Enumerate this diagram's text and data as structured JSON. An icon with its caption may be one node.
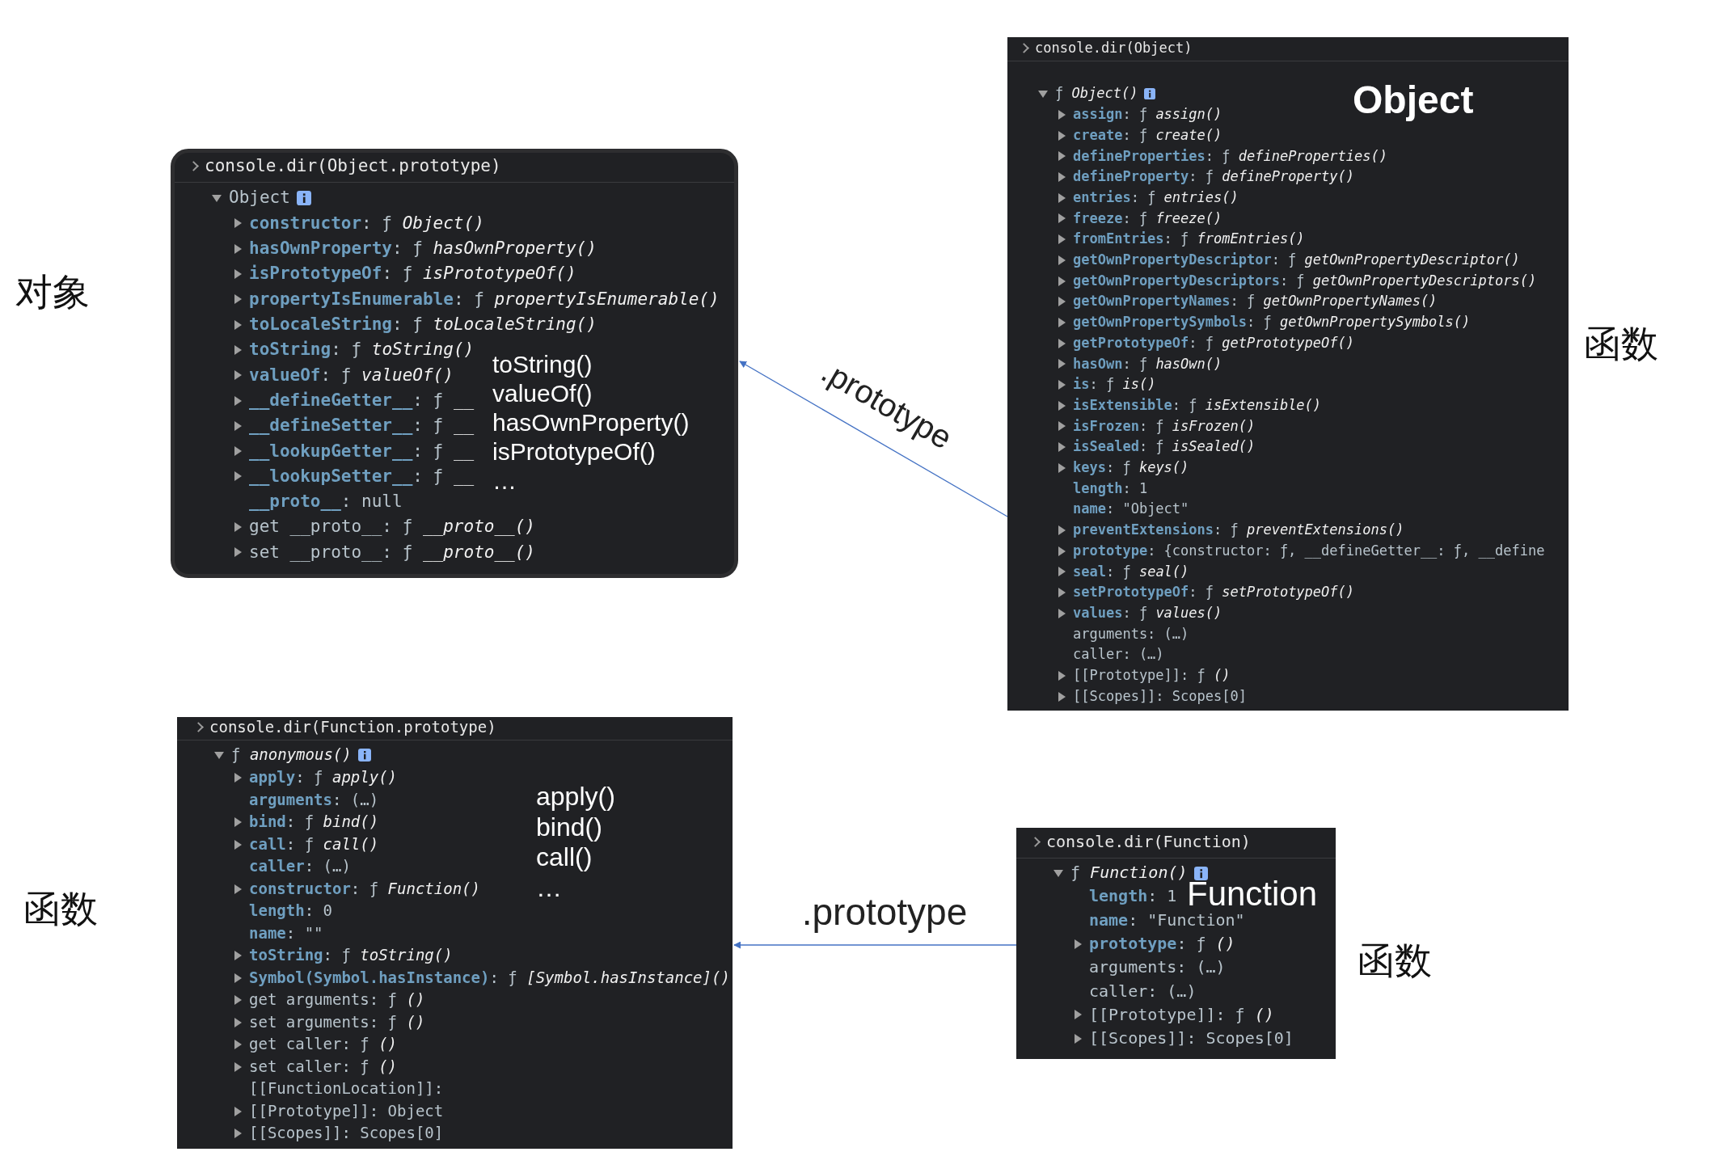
{
  "diagram": {
    "nodes": [
      {
        "text": [
          "console.dir(Object.prototype)",
          "Object",
          "**constructor**: ƒ *Object()*",
          "**hasOwnProperty**: ƒ *hasOwnProperty()*",
          "**isPrototypeOf**: ƒ *isPrototypeOf()*",
          "**propertyIsEnumerable**: ƒ *propertyIsEnumerable()*",
          "**toLocaleString**: ƒ *toLocaleString()*",
          "**toString**: ƒ *toString()*",
          "**valueOf**: ƒ *valueOf()*",
          "**__defineGetter__**: ƒ *__*",
          "**__defineSetter__**: ƒ *__*",
          "**__lookupGetter__**: ƒ *__*",
          "**__lookupSetter__**: ƒ *__*",
          "**__proto__**: null",
          "get __proto__: ƒ *__proto__()*",
          "set __proto__: ƒ *__proto__()*",
          "toString()",
          "valueOf()",
          "hasOwnProperty()",
          "isPrototypeOf()",
          "…"
        ],
        "beside": [
          "对象"
        ]
      },
      {
        "text": [
          "console.dir(Object)",
          "ƒ *Object()*",
          "**assign**: ƒ *assign()*",
          "**create**: ƒ *create()*",
          "**defineProperties**: ƒ *defineProperties()*",
          "**defineProperty**: ƒ *defineProperty()*",
          "**entries**: ƒ *entries()*",
          "**freeze**: ƒ *freeze()*",
          "**fromEntries**: ƒ *fromEntries()*",
          "**getOwnPropertyDescriptor**: ƒ *getOwnPropertyDescriptor()*",
          "**getOwnPropertyDescriptors**: ƒ *getOwnPropertyDescriptors()*",
          "**getOwnPropertyNames**: ƒ *getOwnPropertyNames()*",
          "**getOwnPropertySymbols**: ƒ *getOwnPropertySymbols()*",
          "**getPrototypeOf**: ƒ *getPrototypeOf()*",
          "**hasOwn**: ƒ *hasOwn()*",
          "**is**: ƒ *is()*",
          "**isExtensible**: ƒ *isExtensible()*",
          "**isFrozen**: ƒ *isFrozen()*",
          "**isSealed**: ƒ *isSealed()*",
          "**keys**: ƒ *keys()*",
          "**length**: 1",
          "**name**: \"Object\"",
          "**preventExtensions**: ƒ *preventExtensions()*",
          "**prototype**: {constructor: ƒ, __defineGetter__: ƒ, __define",
          "**seal**: ƒ *seal()*",
          "**setPrototypeOf**: ƒ *setPrototypeOf()*",
          "**values**: ƒ *values()*",
          "arguments: (…)",
          "caller: (…)",
          "[[Prototype]]: ƒ *()*",
          "[[Scopes]]: Scopes[0]",
          "Object"
        ],
        "beside": [
          "函数"
        ]
      },
      {
        "text": [
          "console.dir(Function.prototype)",
          "ƒ *anonymous()*",
          "**apply**: ƒ *apply()*",
          "**arguments**: (…)",
          "**bind**: ƒ *bind()*",
          "**call**: ƒ *call()*",
          "**caller**: (…)",
          "**constructor**: ƒ *Function()*",
          "**length**: 0",
          "**name**: \"\"",
          "**toString**: ƒ *toString()*",
          "**Symbol(Symbol.hasInstance)**: ƒ *[Symbol.hasInstance]()*",
          "get arguments: ƒ *()*",
          "set arguments: ƒ *()*",
          "get caller: ƒ *()*",
          "set caller: ƒ *()*",
          "[[FunctionLocation]]:",
          "[[Prototype]]: Object",
          "[[Scopes]]: Scopes[0]",
          "apply()",
          "bind()",
          "call()",
          "…"
        ],
        "beside": [
          "函数"
        ]
      },
      {
        "text": [
          "console.dir(Function)",
          "ƒ *Function()*",
          "**length**: 1",
          "**name**: \"Function\"",
          "**prototype**: ƒ *()*",
          "arguments: (…)",
          "caller: (…)",
          "[[Prototype]]: ƒ *()*",
          "[[Scopes]]: Scopes[0]",
          "Function"
        ],
        "beside": [
          "函数"
        ]
      }
    ],
    "edges": [
      {
        "from": 1,
        "to": 0,
        "arrow": "to",
        "label": ".prototype"
      },
      {
        "from": 3,
        "to": 2,
        "arrow": "to",
        "label": ".prototype"
      }
    ]
  }
}
